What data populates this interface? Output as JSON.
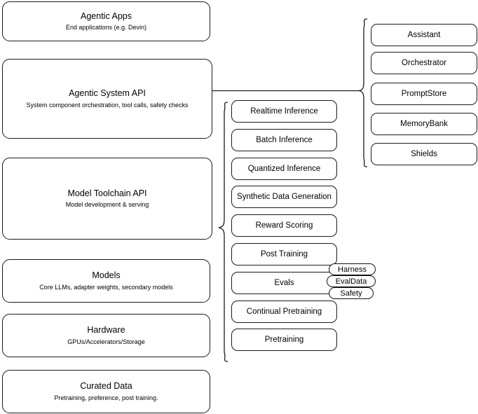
{
  "diagram": {
    "title": "AI Stack Layers Architecture Diagram",
    "line_color": "#1a1a1a",
    "background": "#ffffff"
  },
  "layers": [
    {
      "name": "agentic-apps",
      "title": "Agentic Apps",
      "subtitle": "End applications (e.g. Devin)"
    },
    {
      "name": "agentic-system-api",
      "title": "Agentic System API",
      "subtitle": "System component orchestration, tool calls, safety checks"
    },
    {
      "name": "model-toolchain-api",
      "title": "Model Toolchain API",
      "subtitle": "Model development & serving"
    },
    {
      "name": "models",
      "title": "Models",
      "subtitle": "Core LLMs, adapter weights, secondary models"
    },
    {
      "name": "hardware",
      "title": "Hardware",
      "subtitle": "GPUs/Accelerators/Storage"
    },
    {
      "name": "curated-data",
      "title": "Curated Data",
      "subtitle": "Pretraining, preference, post training."
    }
  ],
  "toolchain_components": [
    {
      "name": "realtime-inference",
      "label": "Realtime Inference"
    },
    {
      "name": "batch-inference",
      "label": "Batch Inference"
    },
    {
      "name": "quantized-inference",
      "label": "Quantized Inference"
    },
    {
      "name": "synthetic-data-generation",
      "label": "Synthetic Data Generation"
    },
    {
      "name": "reward-scoring",
      "label": "Reward Scoring"
    },
    {
      "name": "post-training",
      "label": "Post Training"
    },
    {
      "name": "evals",
      "label": "Evals"
    },
    {
      "name": "continual-pretraining",
      "label": "Continual Pretraining"
    },
    {
      "name": "pretraining",
      "label": "Pretraining"
    }
  ],
  "system_components": [
    {
      "name": "assistant",
      "label": "Assistant"
    },
    {
      "name": "orchestrator",
      "label": "Orchestrator"
    },
    {
      "name": "promptstore",
      "label": "PromptStore"
    },
    {
      "name": "memorybank",
      "label": "MemoryBank"
    },
    {
      "name": "shields",
      "label": "Shields"
    }
  ],
  "eval_badges": [
    {
      "name": "harness",
      "label": "Harness"
    },
    {
      "name": "evaldata",
      "label": "EvalData"
    },
    {
      "name": "safety",
      "label": "Safety"
    }
  ]
}
